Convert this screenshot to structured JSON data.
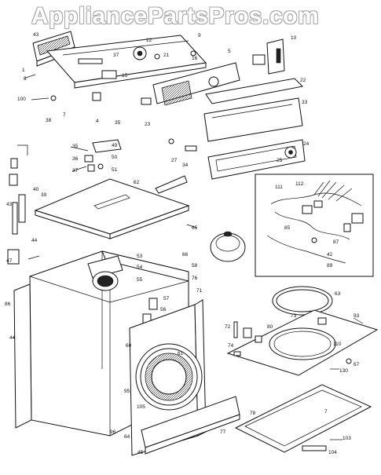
{
  "watermark": {
    "text": "AppliancePartsPros.com"
  },
  "callouts": [
    {
      "id": "c43a",
      "text": "43"
    },
    {
      "id": "c1",
      "text": "1"
    },
    {
      "id": "c3",
      "text": "3"
    },
    {
      "id": "c100",
      "text": "100"
    },
    {
      "id": "c9",
      "text": "9"
    },
    {
      "id": "c12",
      "text": "12"
    },
    {
      "id": "c21",
      "text": "21"
    },
    {
      "id": "c15",
      "text": "15"
    },
    {
      "id": "c37a",
      "text": "37"
    },
    {
      "id": "c16",
      "text": "16"
    },
    {
      "id": "c5",
      "text": "5"
    },
    {
      "id": "c10",
      "text": "10"
    },
    {
      "id": "c22",
      "text": "22"
    },
    {
      "id": "c7a",
      "text": "7"
    },
    {
      "id": "c38",
      "text": "38"
    },
    {
      "id": "c4",
      "text": "4"
    },
    {
      "id": "c33",
      "text": "33"
    },
    {
      "id": "c35a",
      "text": "35"
    },
    {
      "id": "c23",
      "text": "23"
    },
    {
      "id": "c24",
      "text": "24"
    },
    {
      "id": "c35b",
      "text": "35"
    },
    {
      "id": "c36",
      "text": "36"
    },
    {
      "id": "c37b",
      "text": "37"
    },
    {
      "id": "c49",
      "text": "49"
    },
    {
      "id": "c50",
      "text": "50"
    },
    {
      "id": "c51",
      "text": "51"
    },
    {
      "id": "c27",
      "text": "27"
    },
    {
      "id": "c34",
      "text": "34"
    },
    {
      "id": "c25",
      "text": "25"
    },
    {
      "id": "c40",
      "text": "40"
    },
    {
      "id": "c39",
      "text": "39"
    },
    {
      "id": "c43b",
      "text": "43"
    },
    {
      "id": "c62",
      "text": "62"
    },
    {
      "id": "c65",
      "text": "65"
    },
    {
      "id": "c111",
      "text": "111"
    },
    {
      "id": "c112",
      "text": "112"
    },
    {
      "id": "c85",
      "text": "85"
    },
    {
      "id": "c87",
      "text": "87"
    },
    {
      "id": "c42",
      "text": "42"
    },
    {
      "id": "c89",
      "text": "89"
    },
    {
      "id": "c44a",
      "text": "44"
    },
    {
      "id": "c47",
      "text": "47"
    },
    {
      "id": "c53",
      "text": "53"
    },
    {
      "id": "c54",
      "text": "54"
    },
    {
      "id": "c55",
      "text": "55"
    },
    {
      "id": "c66",
      "text": "66"
    },
    {
      "id": "c58",
      "text": "58"
    },
    {
      "id": "c76",
      "text": "76"
    },
    {
      "id": "c86",
      "text": "86"
    },
    {
      "id": "c57",
      "text": "57"
    },
    {
      "id": "c56",
      "text": "56"
    },
    {
      "id": "c71",
      "text": "71"
    },
    {
      "id": "c60",
      "text": "60"
    },
    {
      "id": "c63",
      "text": "63"
    },
    {
      "id": "c73",
      "text": "73"
    },
    {
      "id": "c93",
      "text": "93"
    },
    {
      "id": "c72",
      "text": "72"
    },
    {
      "id": "c80",
      "text": "80"
    },
    {
      "id": "c74",
      "text": "74"
    },
    {
      "id": "c44b",
      "text": "44"
    },
    {
      "id": "c95",
      "text": "95"
    },
    {
      "id": "c110",
      "text": "110"
    },
    {
      "id": "c67",
      "text": "67"
    },
    {
      "id": "c130",
      "text": "130"
    },
    {
      "id": "c96",
      "text": "96"
    },
    {
      "id": "c64",
      "text": "64"
    },
    {
      "id": "c45",
      "text": "45"
    },
    {
      "id": "c77",
      "text": "77"
    },
    {
      "id": "c78",
      "text": "78"
    },
    {
      "id": "c7b",
      "text": "7"
    },
    {
      "id": "c103",
      "text": "103"
    },
    {
      "id": "c104",
      "text": "104"
    },
    {
      "id": "c105",
      "text": "105"
    },
    {
      "id": "c61",
      "text": "61"
    }
  ]
}
